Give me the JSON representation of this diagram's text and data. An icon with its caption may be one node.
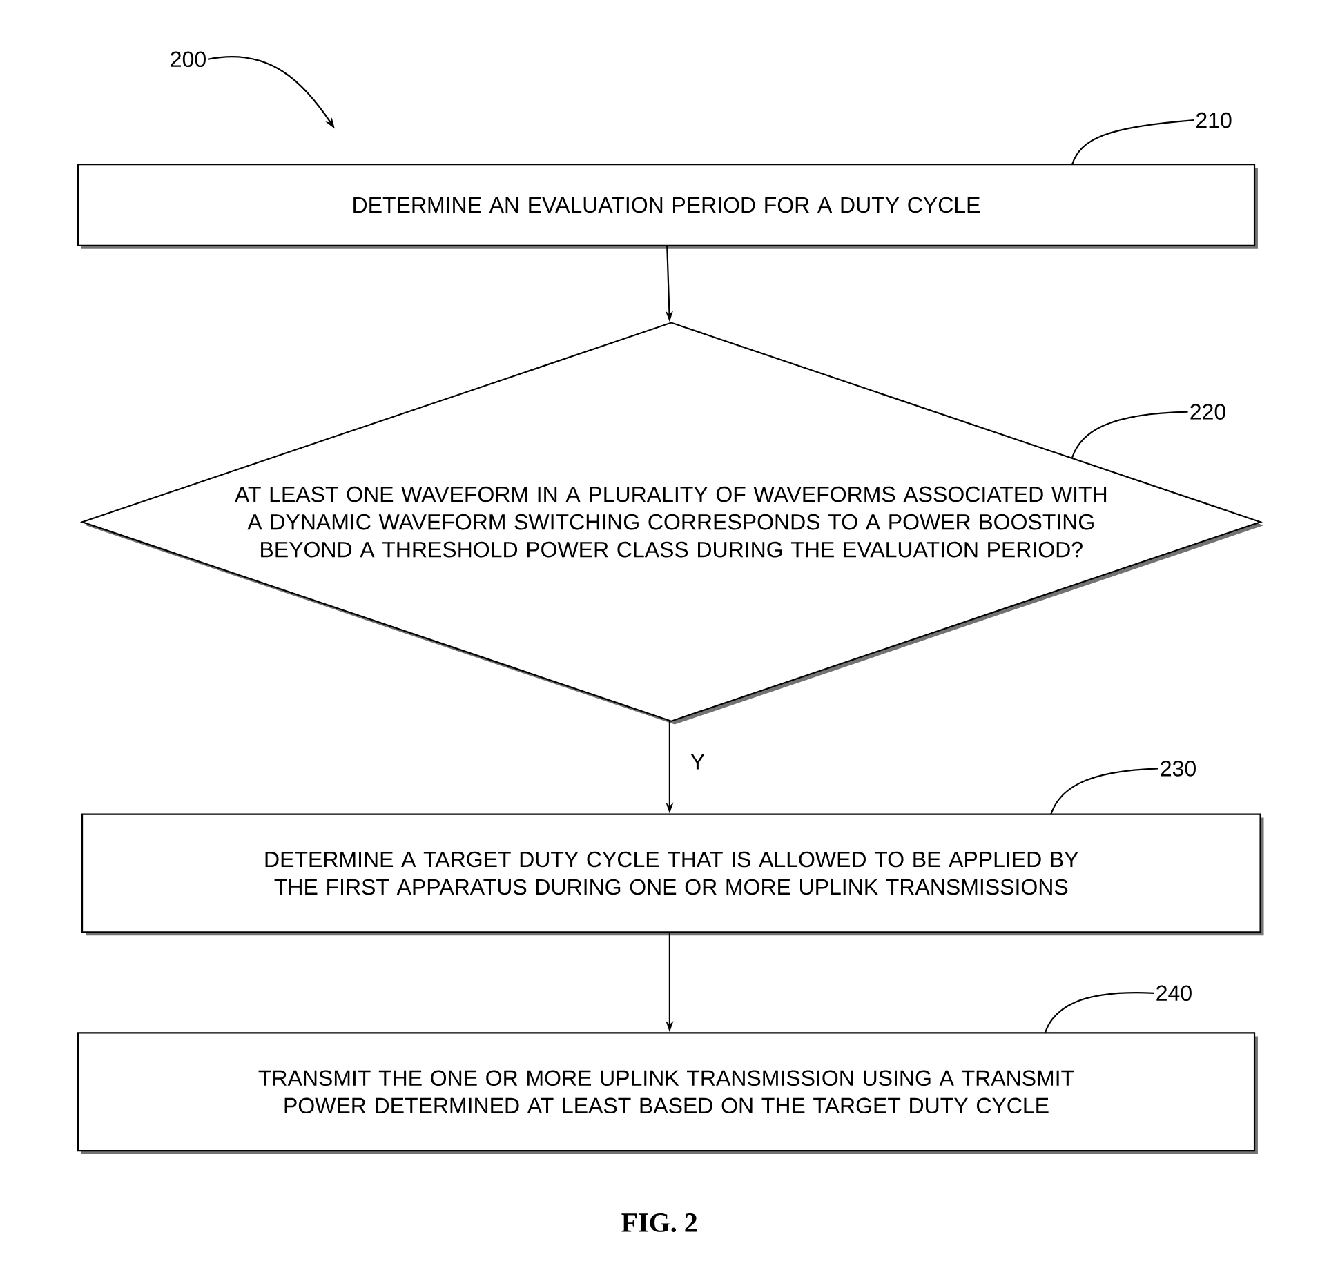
{
  "diagram": {
    "caption": "FIG. 2",
    "nodes": [
      {
        "text": [
          "200"
        ]
      },
      {
        "text": [
          "DETERMINE AN EVALUATION PERIOD FOR A DUTY CYCLE"
        ]
      },
      {
        "text": [
          "210"
        ]
      },
      {
        "text": [
          "AT LEAST ONE WAVEFORM IN A PLURALITY OF WAVEFORMS ASSOCIATED WITH A DYNAMIC WAVEFORM SWITCHING CORRESPONDS TO A POWER BOOSTING BEYOND A THRESHOLD POWER CLASS DURING THE EVALUATION PERIOD?"
        ]
      },
      {
        "text": [
          "220"
        ]
      },
      {
        "text": [
          "DETERMINE A TARGET DUTY CYCLE THAT IS ALLOWED TO BE APPLIED BY THE FIRST APPARATUS DURING ONE OR MORE UPLINK TRANSMISSIONS"
        ]
      },
      {
        "text": [
          "230"
        ]
      },
      {
        "text": [
          "TRANSMIT THE ONE OR MORE UPLINK TRANSMISSION USING A TRANSMIT POWER DETERMINED AT LEAST BASED ON THE TARGET DUTY CYCLE"
        ]
      },
      {
        "text": [
          "240"
        ]
      }
    ],
    "edges": [
      {
        "from": 1,
        "to": 3,
        "arrow": "to"
      },
      {
        "from": 3,
        "to": 5,
        "arrow": "to",
        "label": "Y"
      },
      {
        "from": 5,
        "to": 7,
        "arrow": "to"
      },
      {
        "from": 2,
        "to": 1,
        "arrow": "none"
      },
      {
        "from": 4,
        "to": 3,
        "arrow": "none"
      },
      {
        "from": 6,
        "to": 5,
        "arrow": "none"
      },
      {
        "from": 8,
        "to": 7,
        "arrow": "none"
      },
      {
        "from": 0,
        "to": null,
        "arrow": "to"
      }
    ]
  }
}
